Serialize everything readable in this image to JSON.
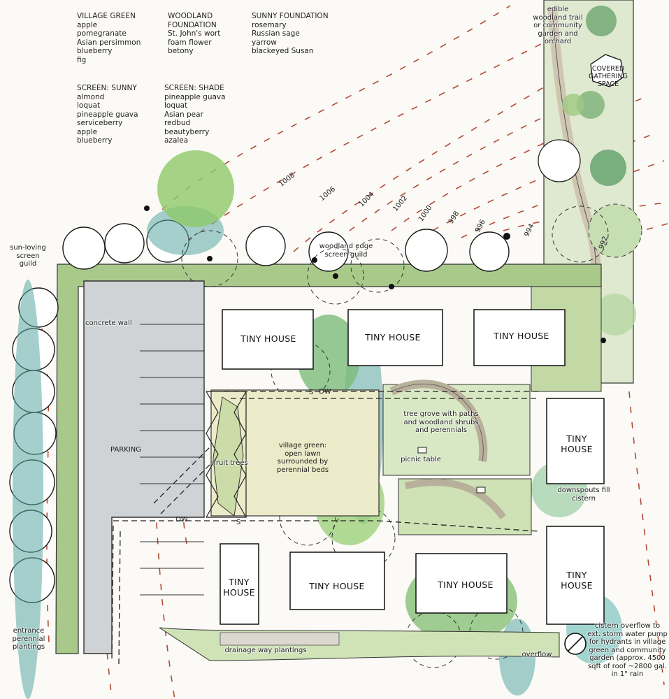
{
  "plant_lists": {
    "village_green": {
      "title": "VILLAGE GREEN",
      "items": [
        "apple",
        "pomegranate",
        "Asian persimmon",
        "blueberry",
        "fig"
      ]
    },
    "woodland_foundation": {
      "title_line1": "WOODLAND",
      "title_line2": "FOUNDATION",
      "items": [
        "St. John's wort",
        "foam flower",
        "betony"
      ]
    },
    "sunny_foundation": {
      "title": "SUNNY FOUNDATION",
      "items": [
        "rosemary",
        "Russian sage",
        "yarrow",
        "blackeyed Susan"
      ]
    },
    "screen_sunny": {
      "title": "SCREEN: SUNNY",
      "items": [
        "almond",
        "loquat",
        "pineapple guava",
        "serviceberry",
        "apple",
        "blueberry"
      ]
    },
    "screen_shade": {
      "title": "SCREEN: SHADE",
      "items": [
        "pineapple guava",
        "loquat",
        "Asian pear",
        "redbud",
        "beautyberry",
        "azalea"
      ]
    }
  },
  "labels": {
    "edible_trail": "edible woodland trail or community garden and orchard",
    "covered_gathering": "COVERED GATHERING SPACE",
    "sun_loving": "sun-loving screen guild",
    "woodland_edge": "woodland edge screen guild",
    "concrete_wall": "concrete wall",
    "parking": "PARKING",
    "fruit_trees": "fruit trees",
    "village_green": "village green: open lawn surrounded by perennial beds",
    "tree_grove": "tree grove with paths and woodland shrubs and perennials",
    "picnic_table": "picnic table",
    "downspouts": "downspouts fill cistern",
    "entrance": "entrance perennial plantings",
    "drainage": "drainage way plantings",
    "overflow": "overflow",
    "cistern_overflow": "cistern overflow to ext. storm water pump for hydrants in village green and community garden (approx. 4500 sqft of roof ~2800 gal. in 1\" rain"
  },
  "houses": {
    "h1": "TINY HOUSE",
    "h2": "TINY HOUSE",
    "h3": "TINY HOUSE",
    "h4": "TINY HOUSE",
    "h5": "TINY HOUSE",
    "h6": "TINY HOUSE",
    "h7": "TINY HOUSE",
    "h8": "TINY HOUSE"
  },
  "contours": [
    "1008",
    "1006",
    "1004",
    "1002",
    "1000",
    "998",
    "996",
    "994",
    "992"
  ],
  "line_marks": {
    "dw": "DW",
    "s": "S"
  },
  "colors": {
    "green_light": "#c7dc9d",
    "green_mid": "#8fbf6b",
    "green_dark": "#3f8f57",
    "blue_teal": "#8ccbc7",
    "parking_gray": "#cfd3d6",
    "lawn": "#ecebc9",
    "contour_red": "#b34a38"
  }
}
